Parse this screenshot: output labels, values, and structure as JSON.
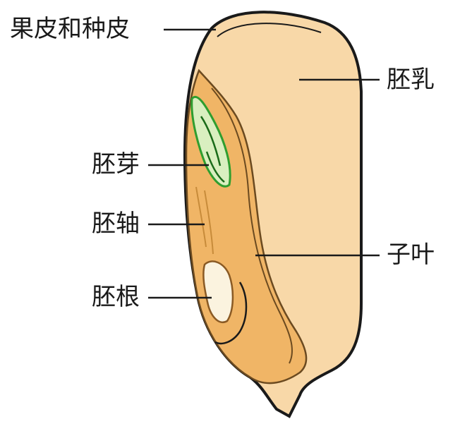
{
  "labels": {
    "pericarp_seedcoat": "果皮和种皮",
    "endosperm": "胚乳",
    "plumule": "胚芽",
    "hypocotyl": "胚轴",
    "cotyledon": "子叶",
    "radicle": "胚根"
  },
  "colors": {
    "endosperm_fill": "#f8d8a8",
    "embryo_fill": "#f0b566",
    "plumule_green": "#2f9e2f",
    "outline": "#1a1a1a"
  }
}
